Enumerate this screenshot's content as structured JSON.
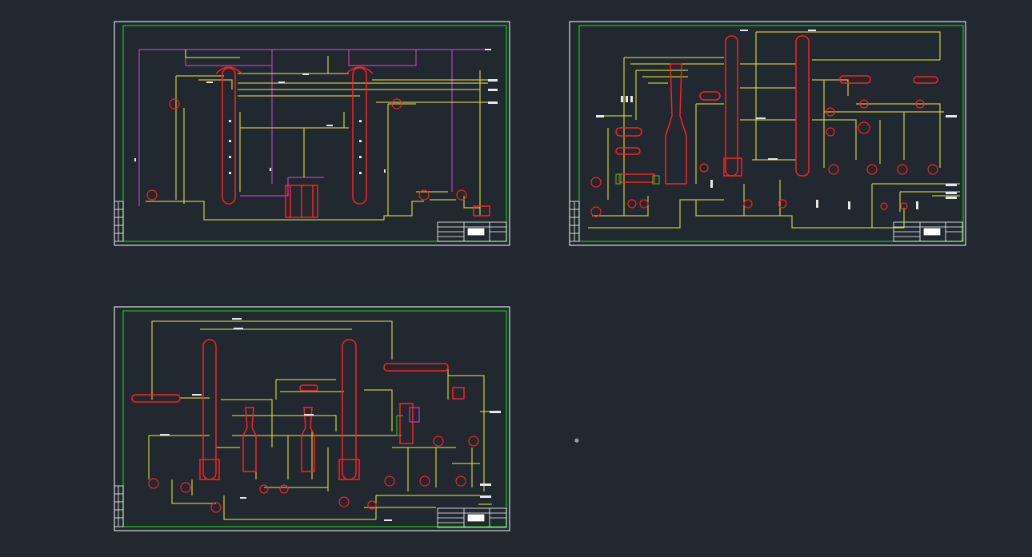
{
  "colors": {
    "background": "#212830",
    "sheet_border": "#ffffff",
    "frame": "#18c818",
    "equipment": "#ff2020",
    "pipe_yellow": "#f0f040",
    "pipe_magenta": "#c040c0",
    "pipe_white": "#e8e8e8",
    "accent_green": "#20c020"
  },
  "sheets": [
    {
      "id": "sheet-top-left"
    },
    {
      "id": "sheet-top-right"
    },
    {
      "id": "sheet-bottom-left"
    }
  ],
  "marker": {
    "symbol": "⊕"
  }
}
